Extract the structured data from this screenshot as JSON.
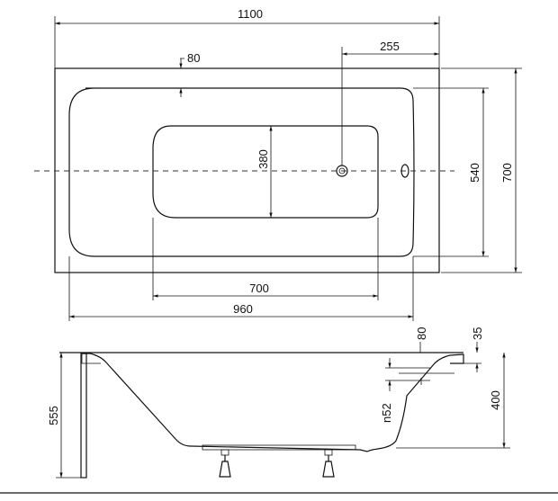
{
  "top_view": {
    "overall_length": "1100",
    "drain_offset": "255",
    "rim_width": "80",
    "floor_width": "380",
    "inner_width": "540",
    "overall_width": "700",
    "floor_length": "700",
    "inner_length": "960"
  },
  "side_view": {
    "rim_width": "80",
    "rim_thickness": "35",
    "overflow": "n52",
    "total_height": "555",
    "depth": "400"
  }
}
